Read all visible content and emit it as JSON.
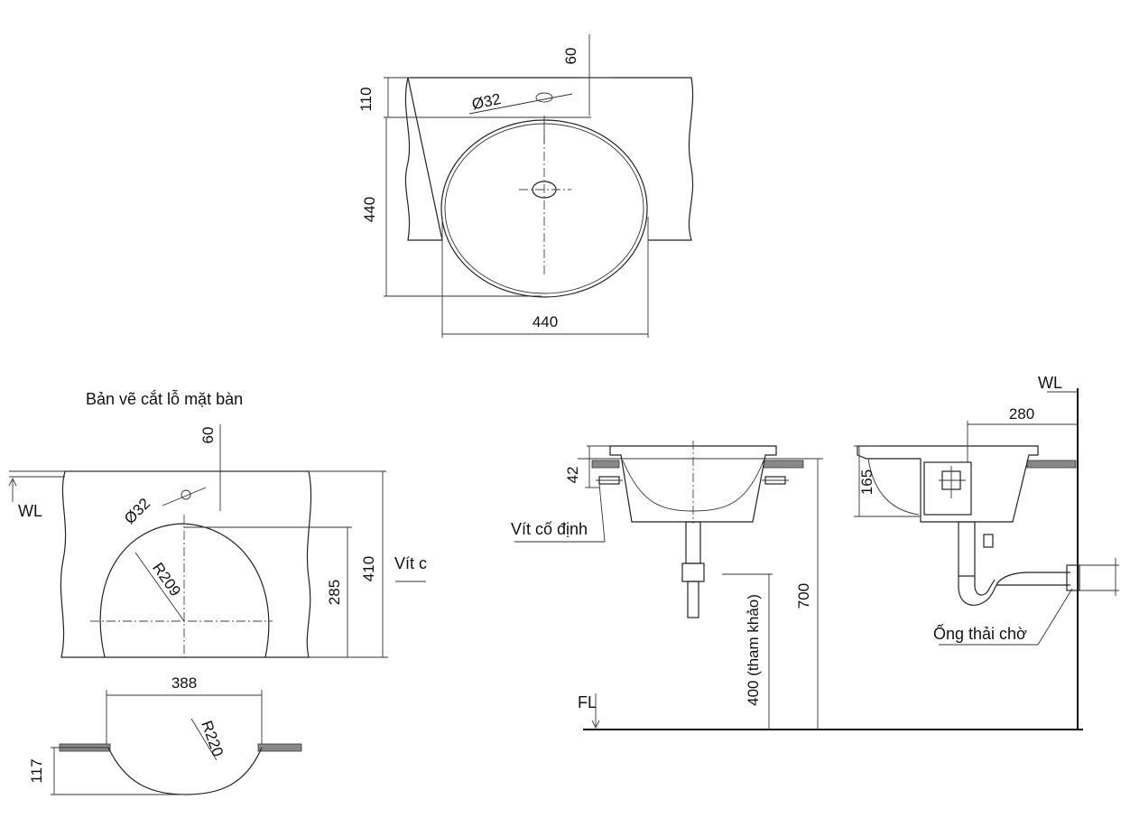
{
  "top_view": {
    "dim_60": "60",
    "dim_110": "110",
    "dim_phi32": "Ø32",
    "dim_440_v": "440",
    "dim_440_h": "440"
  },
  "cutout_view": {
    "title": "Bản vẽ cắt lỗ mặt bàn",
    "dim_60": "60",
    "wl": "WL",
    "dim_phi32": "Ø32",
    "dim_r209": "R209",
    "dim_285": "285",
    "dim_410": "410",
    "screw_cut": "Vít c",
    "dim_388": "388",
    "dim_r220": "R220",
    "dim_117": "117"
  },
  "front_view": {
    "dim_42": "42",
    "screw": "Vít cố định",
    "dim_400": "400 (tham khảo)",
    "dim_700": "700",
    "fl": "FL"
  },
  "side_view": {
    "wl": "WL",
    "dim_280": "280",
    "dim_165": "165",
    "drain": "Ống thải chờ"
  }
}
